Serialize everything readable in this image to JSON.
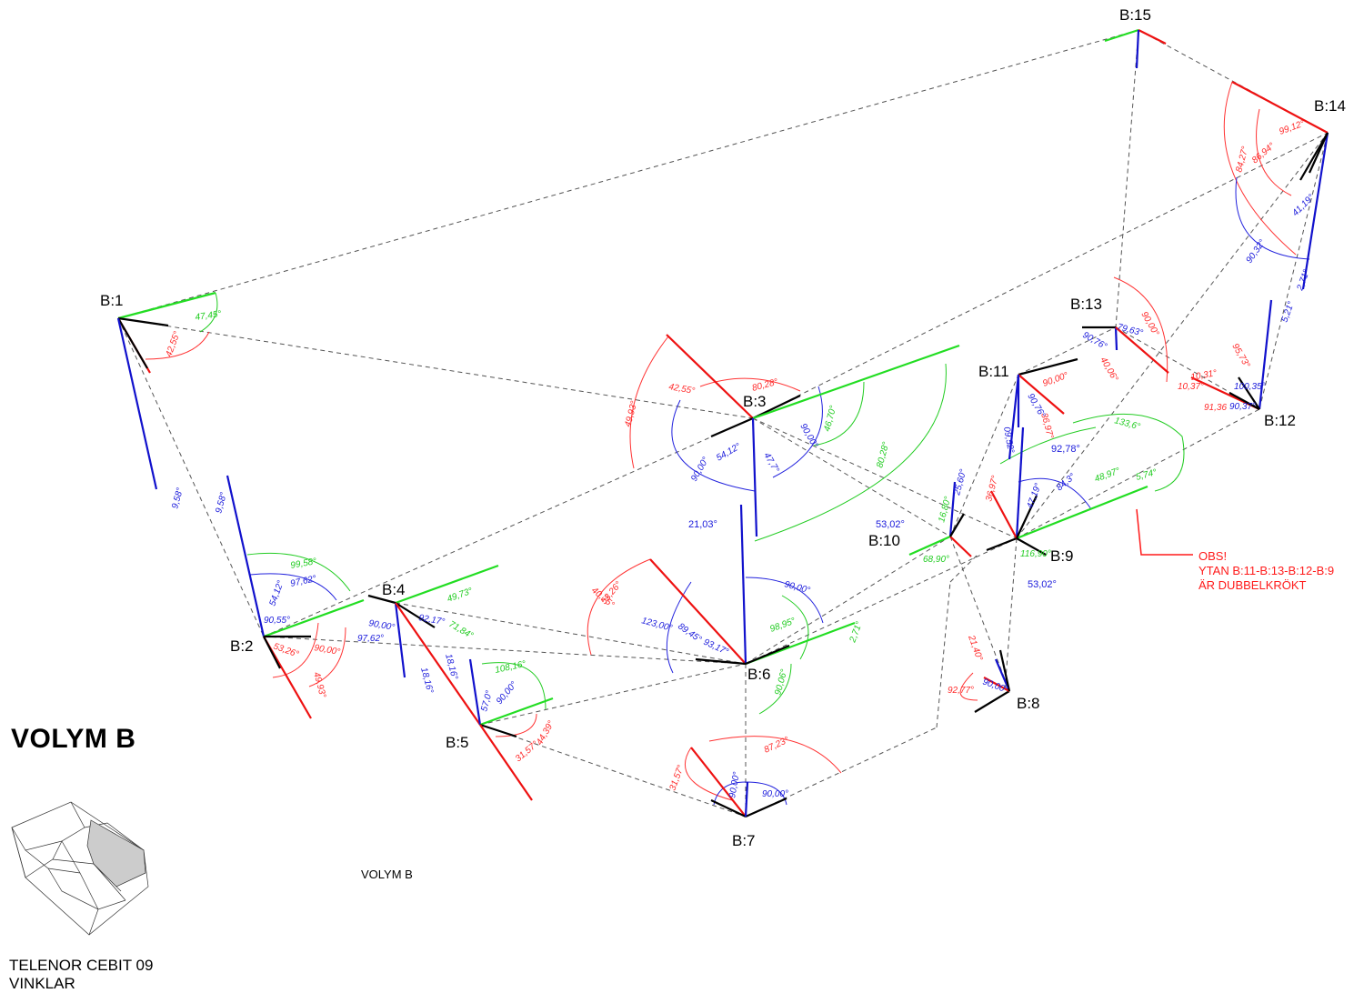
{
  "title": "VOLYM B",
  "caption": "VOLYM B",
  "footer": {
    "line1": "TELENOR CEBIT 09",
    "line2": "VINKLAR"
  },
  "note": {
    "line1": "OBS!",
    "line2": "YTAN B:11-B:13-B:12-B:9",
    "line3": "ÄR DUBBELKRÖKT"
  },
  "colors": {
    "red": "#ee1111",
    "blue": "#1111cc",
    "green": "#22dd22",
    "black": "#000000",
    "dash": "#555555"
  },
  "nodes": [
    "B:1",
    "B:2",
    "B:3",
    "B:4",
    "B:5",
    "B:6",
    "B:7",
    "B:8",
    "B:9",
    "B:10",
    "B:11",
    "B:12",
    "B:13",
    "B:14",
    "B:15"
  ],
  "angles": {
    "b1": [
      "47,45°",
      "42,55°",
      "9,58°"
    ],
    "b2": [
      "9,58°",
      "99,58°",
      "97,62°",
      "54,12°",
      "90,55°",
      "53,26°",
      "90,00°",
      "49,93°"
    ],
    "b3": [
      "42,55°",
      "80,28°",
      "49,93°",
      "90,00°",
      "54,12°",
      "47,7°",
      "90,00°",
      "46,70°",
      "80,28°",
      "21,03°"
    ],
    "b4": [
      "49,73°",
      "71,84°",
      "92,17°",
      "90,00°",
      "97,62°",
      "18,16°",
      "18,16°"
    ],
    "b5": [
      "108,16°",
      "90,00°",
      "57,0°",
      "44,39°",
      "31,57°"
    ],
    "b6": [
      "40,75°",
      "53,26°",
      "123,00°",
      "89,45°",
      "93,17°",
      "90,00°",
      "98,95°",
      "90,06°",
      "2,71°"
    ],
    "b7": [
      "31,57°",
      "87,23°",
      "90,00°",
      "90,00°"
    ],
    "b8": [
      "21,40°",
      "92,77°",
      "90,00°"
    ],
    "b9": [
      "92,78°",
      "53,02°",
      "116,90°",
      "36,97°",
      "47,19°",
      "84,3°",
      "48,97°",
      "5,74°",
      "133,6°"
    ],
    "b10": [
      "53,02°",
      "25,60°",
      "16,80°",
      "68,90°"
    ],
    "b11": [
      "90,00°",
      "90,76°",
      "36,97°",
      "09,52°"
    ],
    "b12": [
      "95,73°",
      "100,35°",
      "10,31°",
      "91,36",
      "10,37°",
      "90,37°"
    ],
    "b13": [
      "90,76°",
      "79,63°",
      "40,06°",
      "90,00°"
    ],
    "b14": [
      "99,12°",
      "86,94°",
      "84,27°",
      "41,19°",
      "90,32°",
      "5,21°",
      "2,71°"
    ]
  }
}
